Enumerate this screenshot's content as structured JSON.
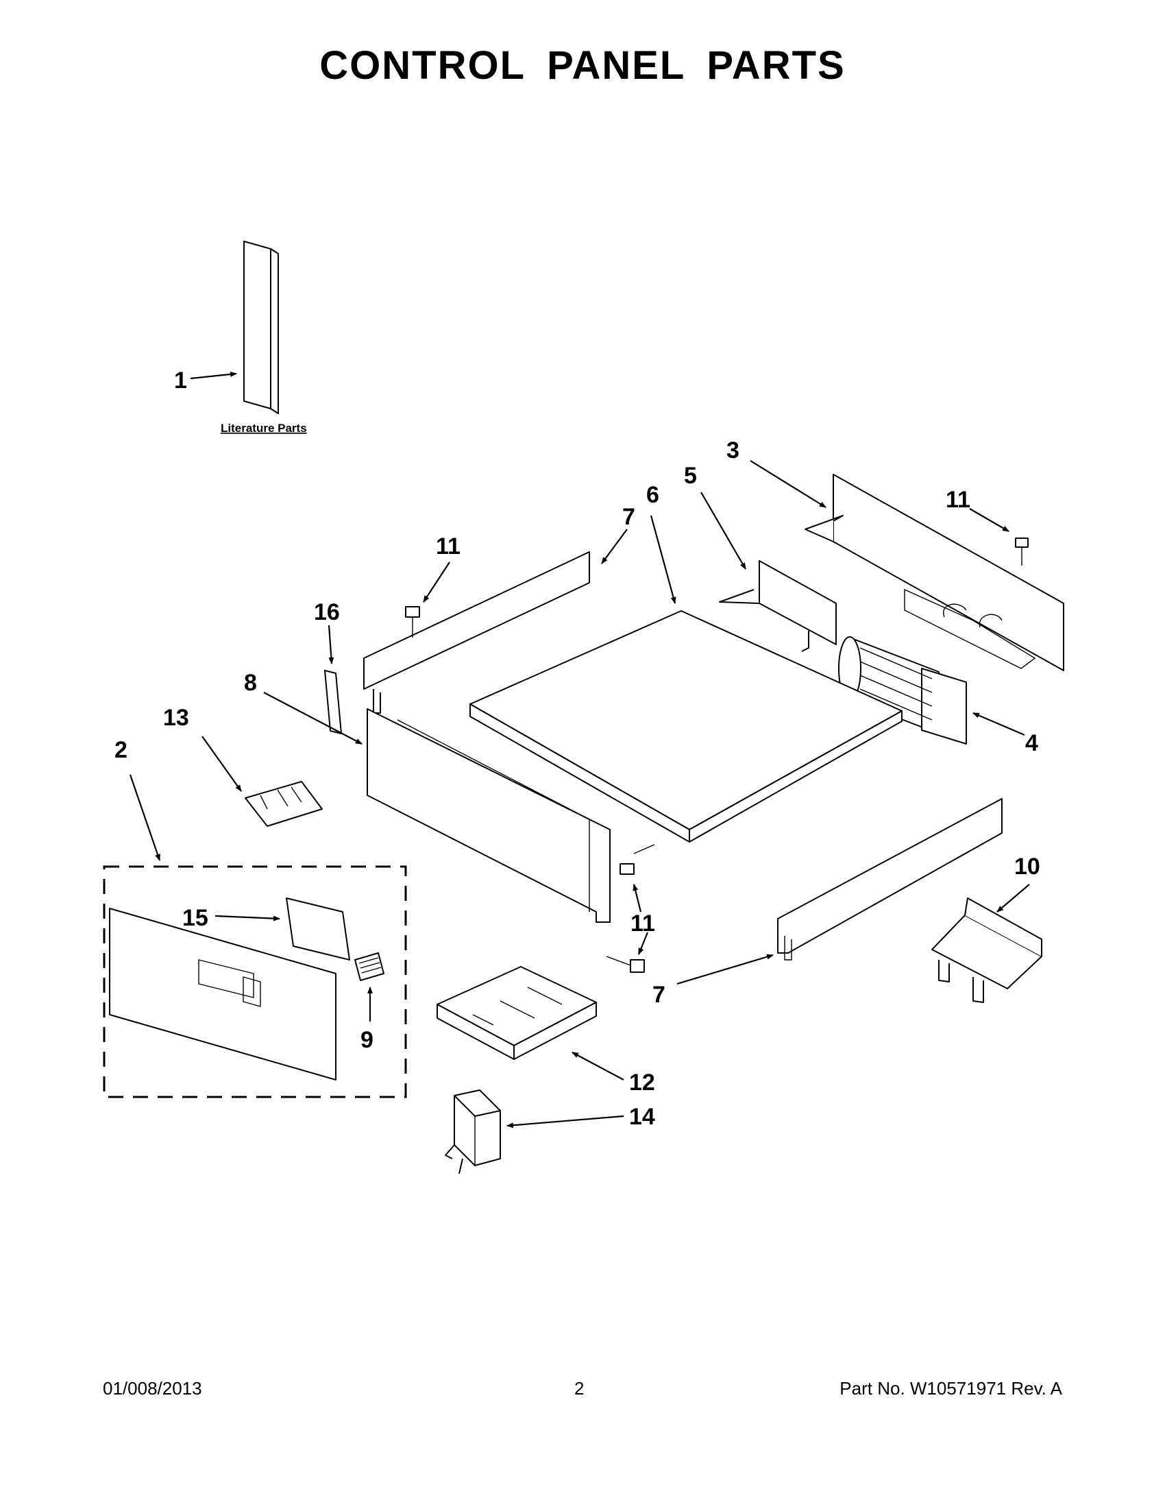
{
  "title": "CONTROL PANEL PARTS",
  "literature_label": "Literature Parts",
  "callouts": {
    "c1": "1",
    "c2": "2",
    "c3": "3",
    "c4": "4",
    "c5": "5",
    "c6": "6",
    "c7": "7",
    "c8": "8",
    "c9": "9",
    "c10": "10",
    "c11": "11",
    "c12": "12",
    "c13": "13",
    "c14": "14",
    "c15": "15",
    "c16": "16"
  },
  "footer": {
    "date": "01/008/2013",
    "page": "2",
    "part_number": "Part No.  W10571971  Rev.  A"
  }
}
